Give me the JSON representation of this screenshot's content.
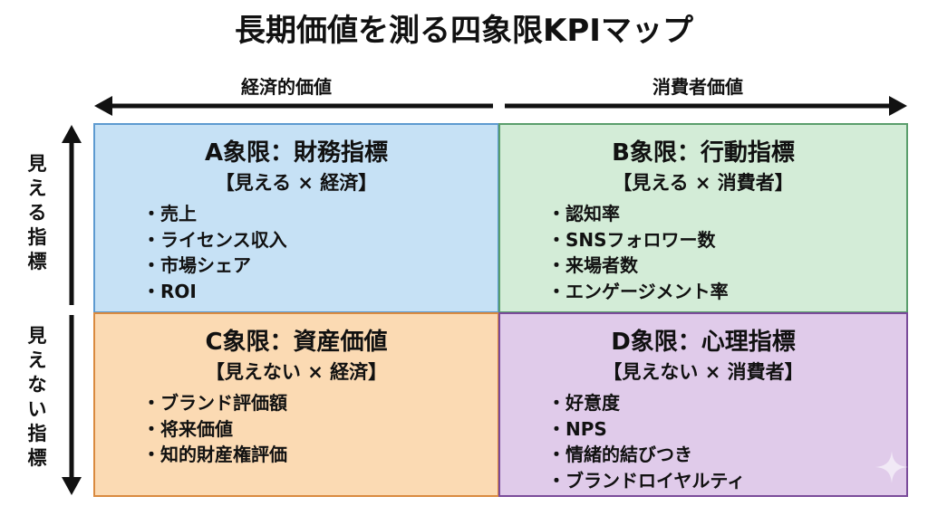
{
  "title": "長期価値を測る四象限KPIマップ",
  "axes": {
    "horizontal_left": "経済的価値",
    "horizontal_right": "消費者価値",
    "vertical_top": "見える指標",
    "vertical_bottom": "見えない指標"
  },
  "quadrants": [
    {
      "heading": "A象限：財務指標",
      "subheading": "【見える × 経済】",
      "items": [
        "売上",
        "ライセンス収入",
        "市場シェア",
        "ROI"
      ],
      "color": "#c6e1f5"
    },
    {
      "heading": "B象限：行動指標",
      "subheading": "【見える × 消費者】",
      "items": [
        "認知率",
        "SNSフォロワー数",
        "来場者数",
        "エンゲージメント率"
      ],
      "color": "#d3ecd7"
    },
    {
      "heading": "C象限：資産価値",
      "subheading": "【見えない × 経済】",
      "items": [
        "ブランド評価額",
        "将来価値",
        "知的財産権評価"
      ],
      "color": "#fbdab3"
    },
    {
      "heading": "D象限：心理指標",
      "subheading": "【見えない × 消費者】",
      "items": [
        "好意度",
        "NPS",
        "情緒的結びつき",
        "ブランドロイヤルティ"
      ],
      "color": "#e0cbea"
    }
  ]
}
